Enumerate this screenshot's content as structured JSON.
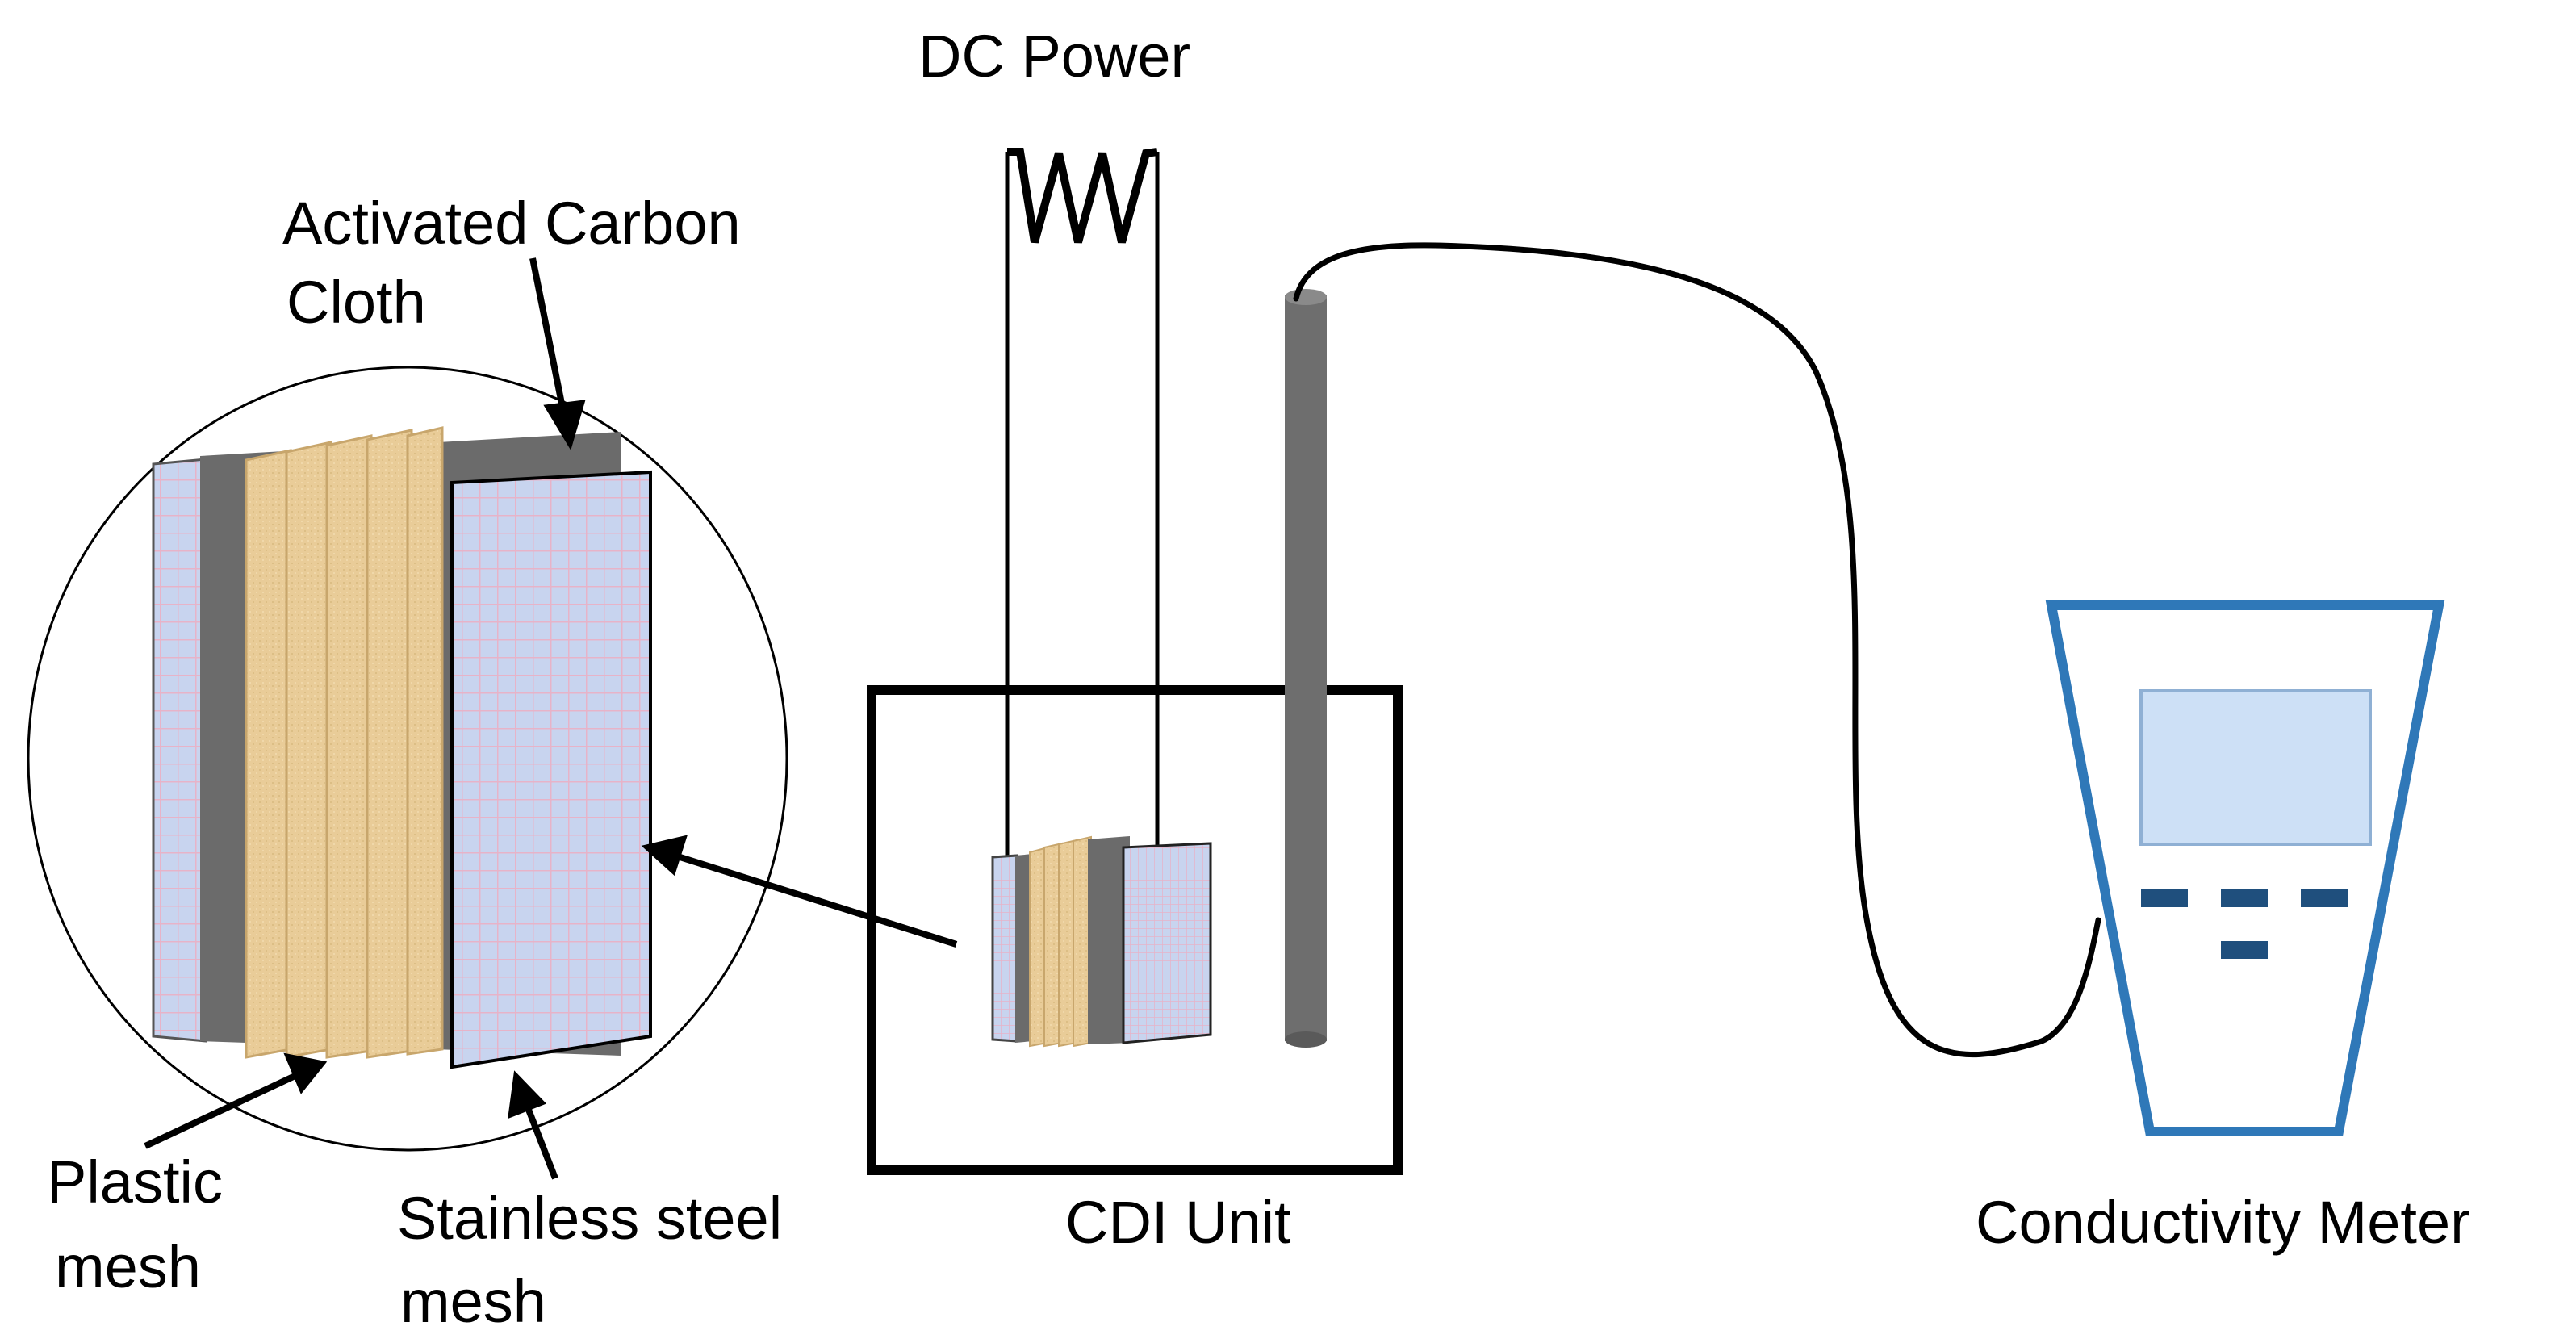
{
  "labels": {
    "dc_power": "DC Power",
    "activated_carbon_line1": "Activated Carbon",
    "activated_carbon_line2": "Cloth",
    "plastic_mesh_line1": "Plastic",
    "plastic_mesh_line2": "mesh",
    "stainless_line1": "Stainless steel",
    "stainless_line2": "mesh",
    "cdi_unit": "CDI Unit",
    "conductivity_meter": "Conductivity Meter"
  },
  "colors": {
    "mesh_blue": "#c8d4ef",
    "mesh_grid": "#e7b3c8",
    "carbon_cloth": "#e9cc98",
    "carbon_cloth_dark": "#c8a66c",
    "dark_gray_plate": "#6b6b6b",
    "probe_gray": "#6e6e6e",
    "meter_outline": "#2f78b8",
    "meter_screen": "#cde0f6",
    "meter_buttons": "#1f4f7d",
    "line": "#000000"
  }
}
